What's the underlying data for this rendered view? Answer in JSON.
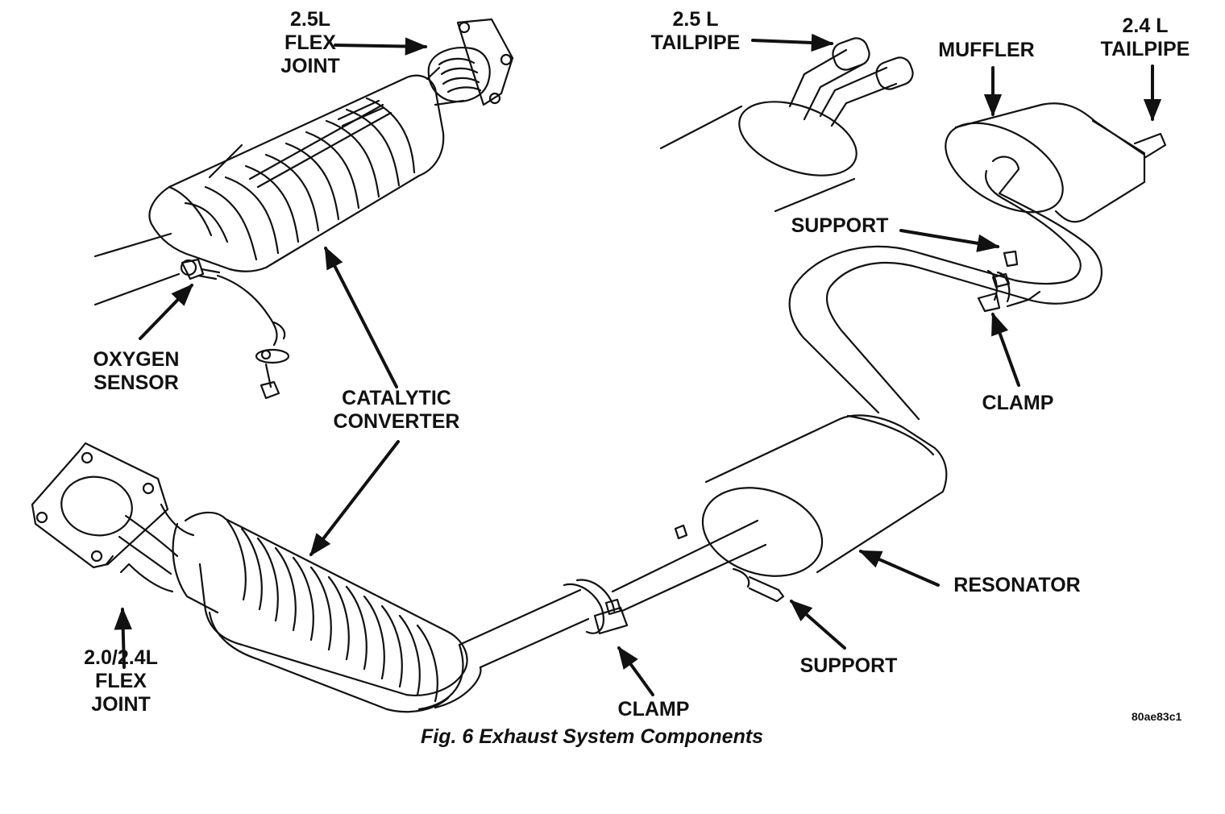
{
  "colors": {
    "ink": "#111111",
    "paper": "#ffffff"
  },
  "labels": {
    "flex_25": [
      "2.5L",
      "FLEX",
      "JOINT"
    ],
    "tailpipe_25": [
      "2.5 L",
      "TAILPIPE"
    ],
    "muffler": "MUFFLER",
    "tailpipe_24": [
      "2.4 L",
      "TAILPIPE"
    ],
    "support_upper": "SUPPORT",
    "oxygen_sensor": [
      "OXYGEN",
      "SENSOR"
    ],
    "catalytic_converter": [
      "CATALYTIC",
      "CONVERTER"
    ],
    "clamp_upper": "CLAMP",
    "resonator": "RESONATOR",
    "support_lower": "SUPPORT",
    "flex_2024": [
      "2.0/2.4L",
      "FLEX",
      "JOINT"
    ],
    "clamp_lower": "CLAMP"
  },
  "caption": "Fig. 6 Exhaust System Components",
  "figure_code": "80ae83c1"
}
